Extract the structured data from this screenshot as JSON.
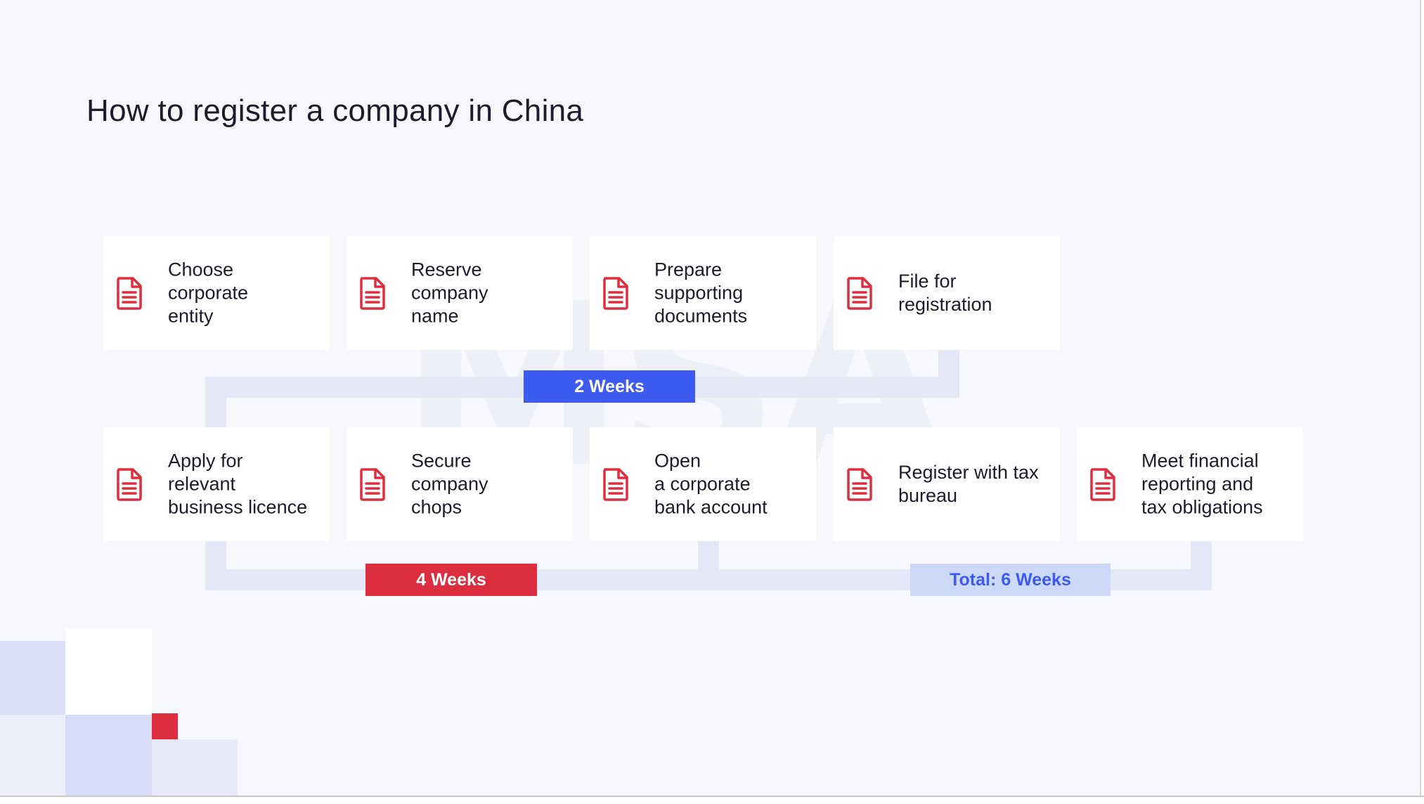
{
  "title": "How to register a company in China",
  "steps": [
    {
      "label": "Choose\ncorporate\nentity",
      "icon": "document-icon"
    },
    {
      "label": "Reserve\ncompany\nname",
      "icon": "document-icon"
    },
    {
      "label": "Prepare\nsupporting\ndocuments",
      "icon": "document-icon"
    },
    {
      "label": "File for\nregistration",
      "icon": "document-icon"
    },
    {
      "label": "Apply for\nrelevant\nbusiness licence",
      "icon": "document-icon"
    },
    {
      "label": "Secure\ncompany\nchops",
      "icon": "document-icon"
    },
    {
      "label": "Open\na corporate\nbank account",
      "icon": "document-icon"
    },
    {
      "label": "Register with tax\nbureau",
      "icon": "document-icon"
    },
    {
      "label": "Meet financial\nreporting and\ntax obligations",
      "icon": "document-icon"
    }
  ],
  "badges": {
    "phase1": "2 Weeks",
    "phase2": "4 Weeks",
    "total": "Total: 6 Weeks"
  },
  "colors": {
    "accent_blue": "#3d5af1",
    "accent_red": "#dd2e3f",
    "light_blue": "#cdd9f8",
    "connector": "#e4e8f6",
    "background": "#f7f8fd"
  }
}
